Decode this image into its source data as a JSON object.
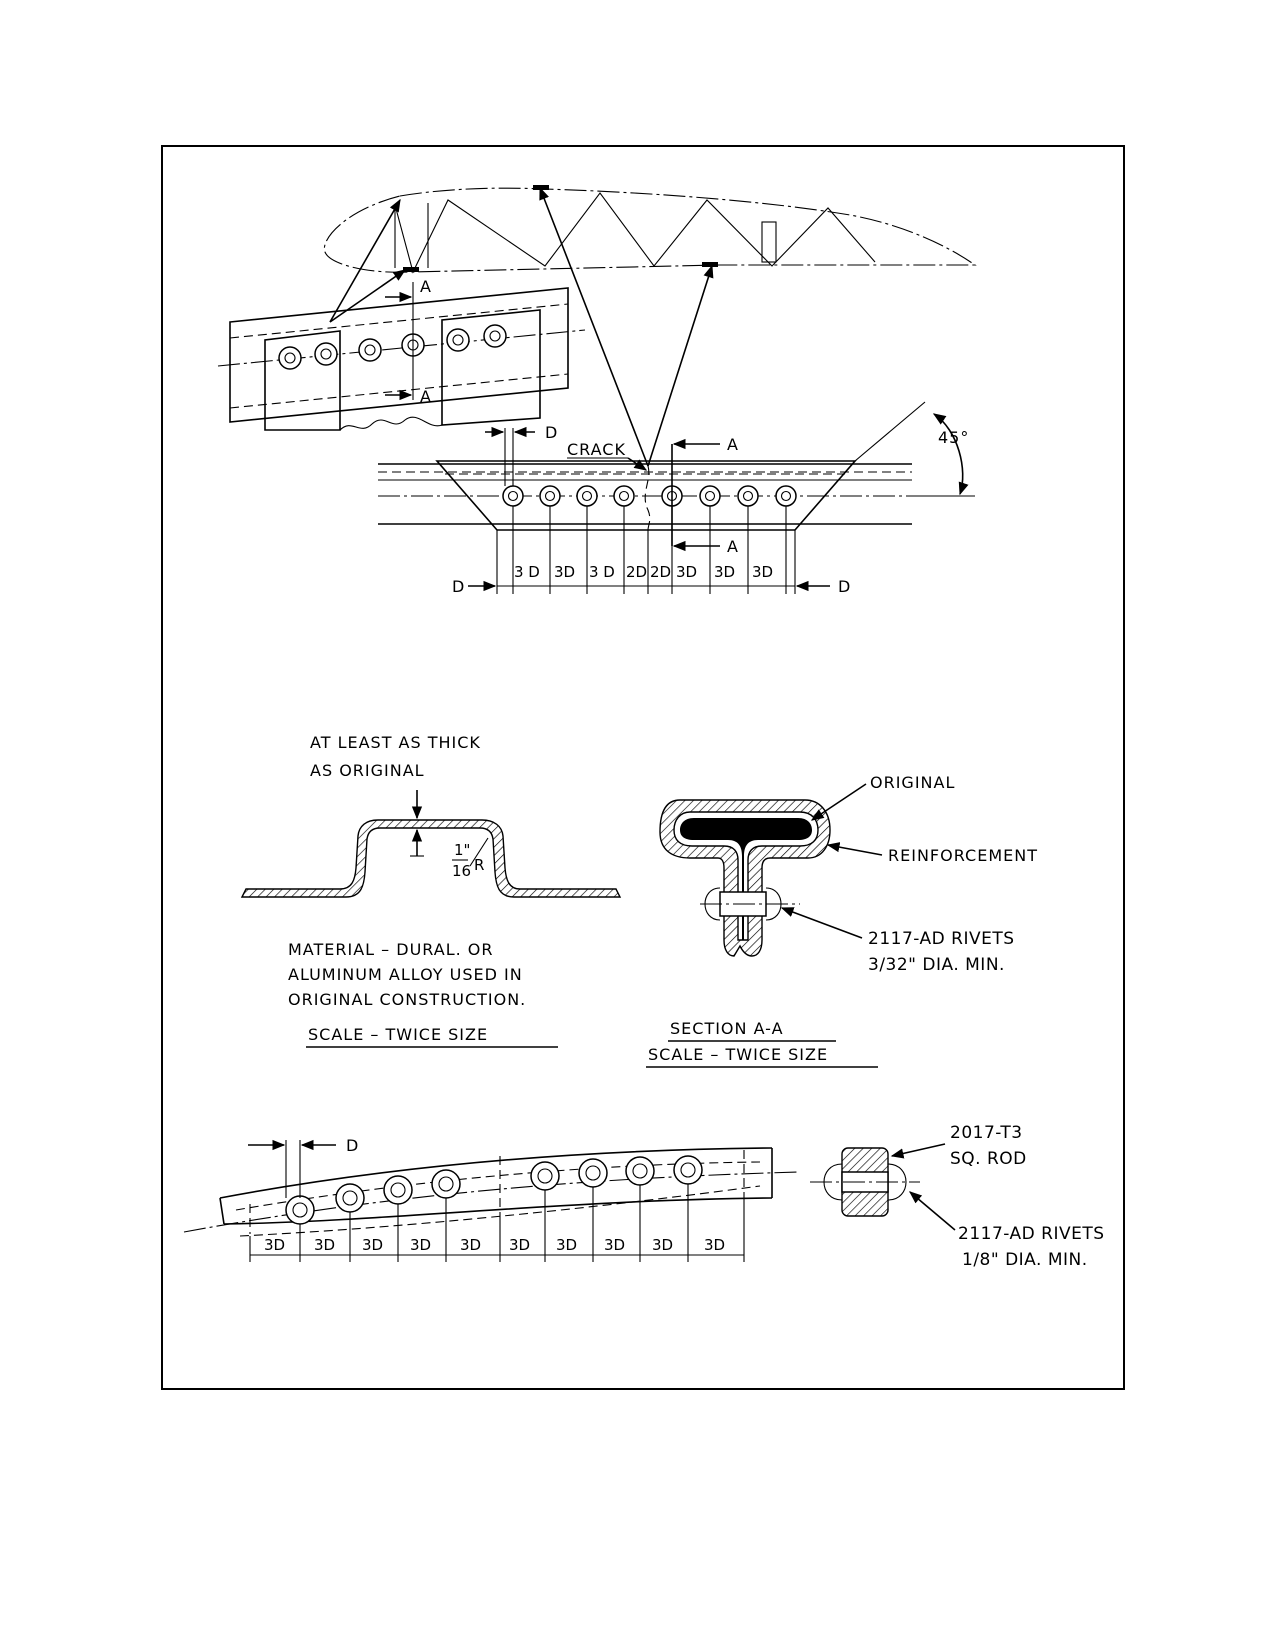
{
  "labels": {
    "section_marker": "A",
    "edge_distance": "D",
    "crack": "CRACK",
    "angle": "45°",
    "spacing": [
      "3 D",
      "3D",
      "3 D",
      "2D",
      "2D",
      "3D",
      "3D",
      "3D"
    ],
    "thickness_note_line1": "AT LEAST AS THICK",
    "thickness_note_line2": "AS ORIGINAL",
    "radius_num": "1\"",
    "radius_den": "16",
    "radius_suffix": "R",
    "material_line1": "MATERIAL –  DURAL. OR",
    "material_line2": "ALUMINUM  ALLOY  USED IN",
    "material_line3": "ORIGINAL  CONSTRUCTION.",
    "scale_left": "SCALE  –  TWICE  SIZE",
    "original": "ORIGINAL",
    "reinforcement": "REINFORCEMENT",
    "rivets_a_line1": "2117-AD RIVETS",
    "rivets_a_line2": "3/32\" DIA. MIN.",
    "section_title": "SECTION  A-A",
    "scale_right": "SCALE  –  TWICE  SIZE",
    "rod_line1": "2017-T3",
    "rod_line2": "SQ. ROD",
    "rivets_b_line1": "2117-AD RIVETS",
    "rivets_b_line2": "1/8\" DIA. MIN.",
    "bottom_spacing": [
      "3D",
      "3D",
      "3D",
      "3D",
      "3D",
      "3D",
      "3D",
      "3D",
      "3D",
      "3D"
    ]
  }
}
